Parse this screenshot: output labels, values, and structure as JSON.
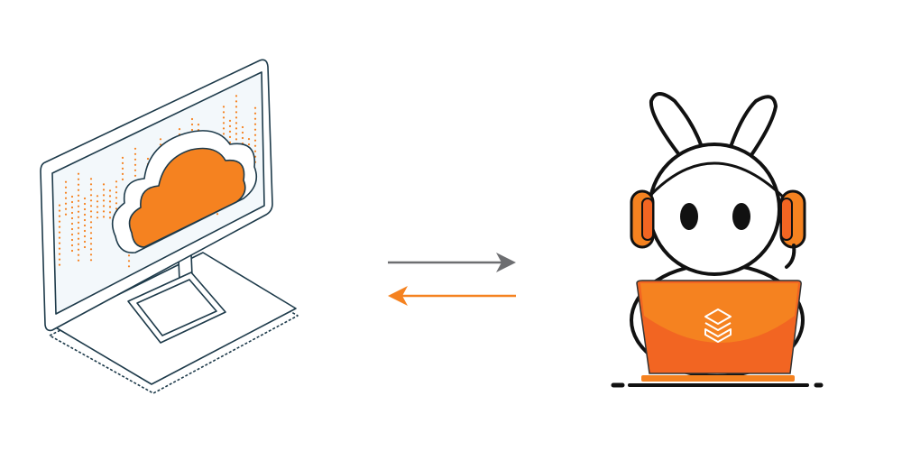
{
  "scene": {
    "left": {
      "subject": "monitor-with-cloud",
      "icon": "cloud-icon"
    },
    "middle": {
      "arrows": [
        {
          "direction": "right",
          "icon": "arrow-right-icon",
          "color": "#6d6e71"
        },
        {
          "direction": "left",
          "icon": "arrow-left-icon",
          "color": "#f58220"
        }
      ]
    },
    "right": {
      "subject": "bunny-with-headset-and-laptop",
      "laptop_logo": "stack-logo-icon"
    }
  },
  "colors": {
    "outline": "#1d3a4a",
    "orange": "#f58220",
    "orange_dark": "#f26522",
    "screen_fill": "#f3f8fb",
    "black": "#111111"
  }
}
